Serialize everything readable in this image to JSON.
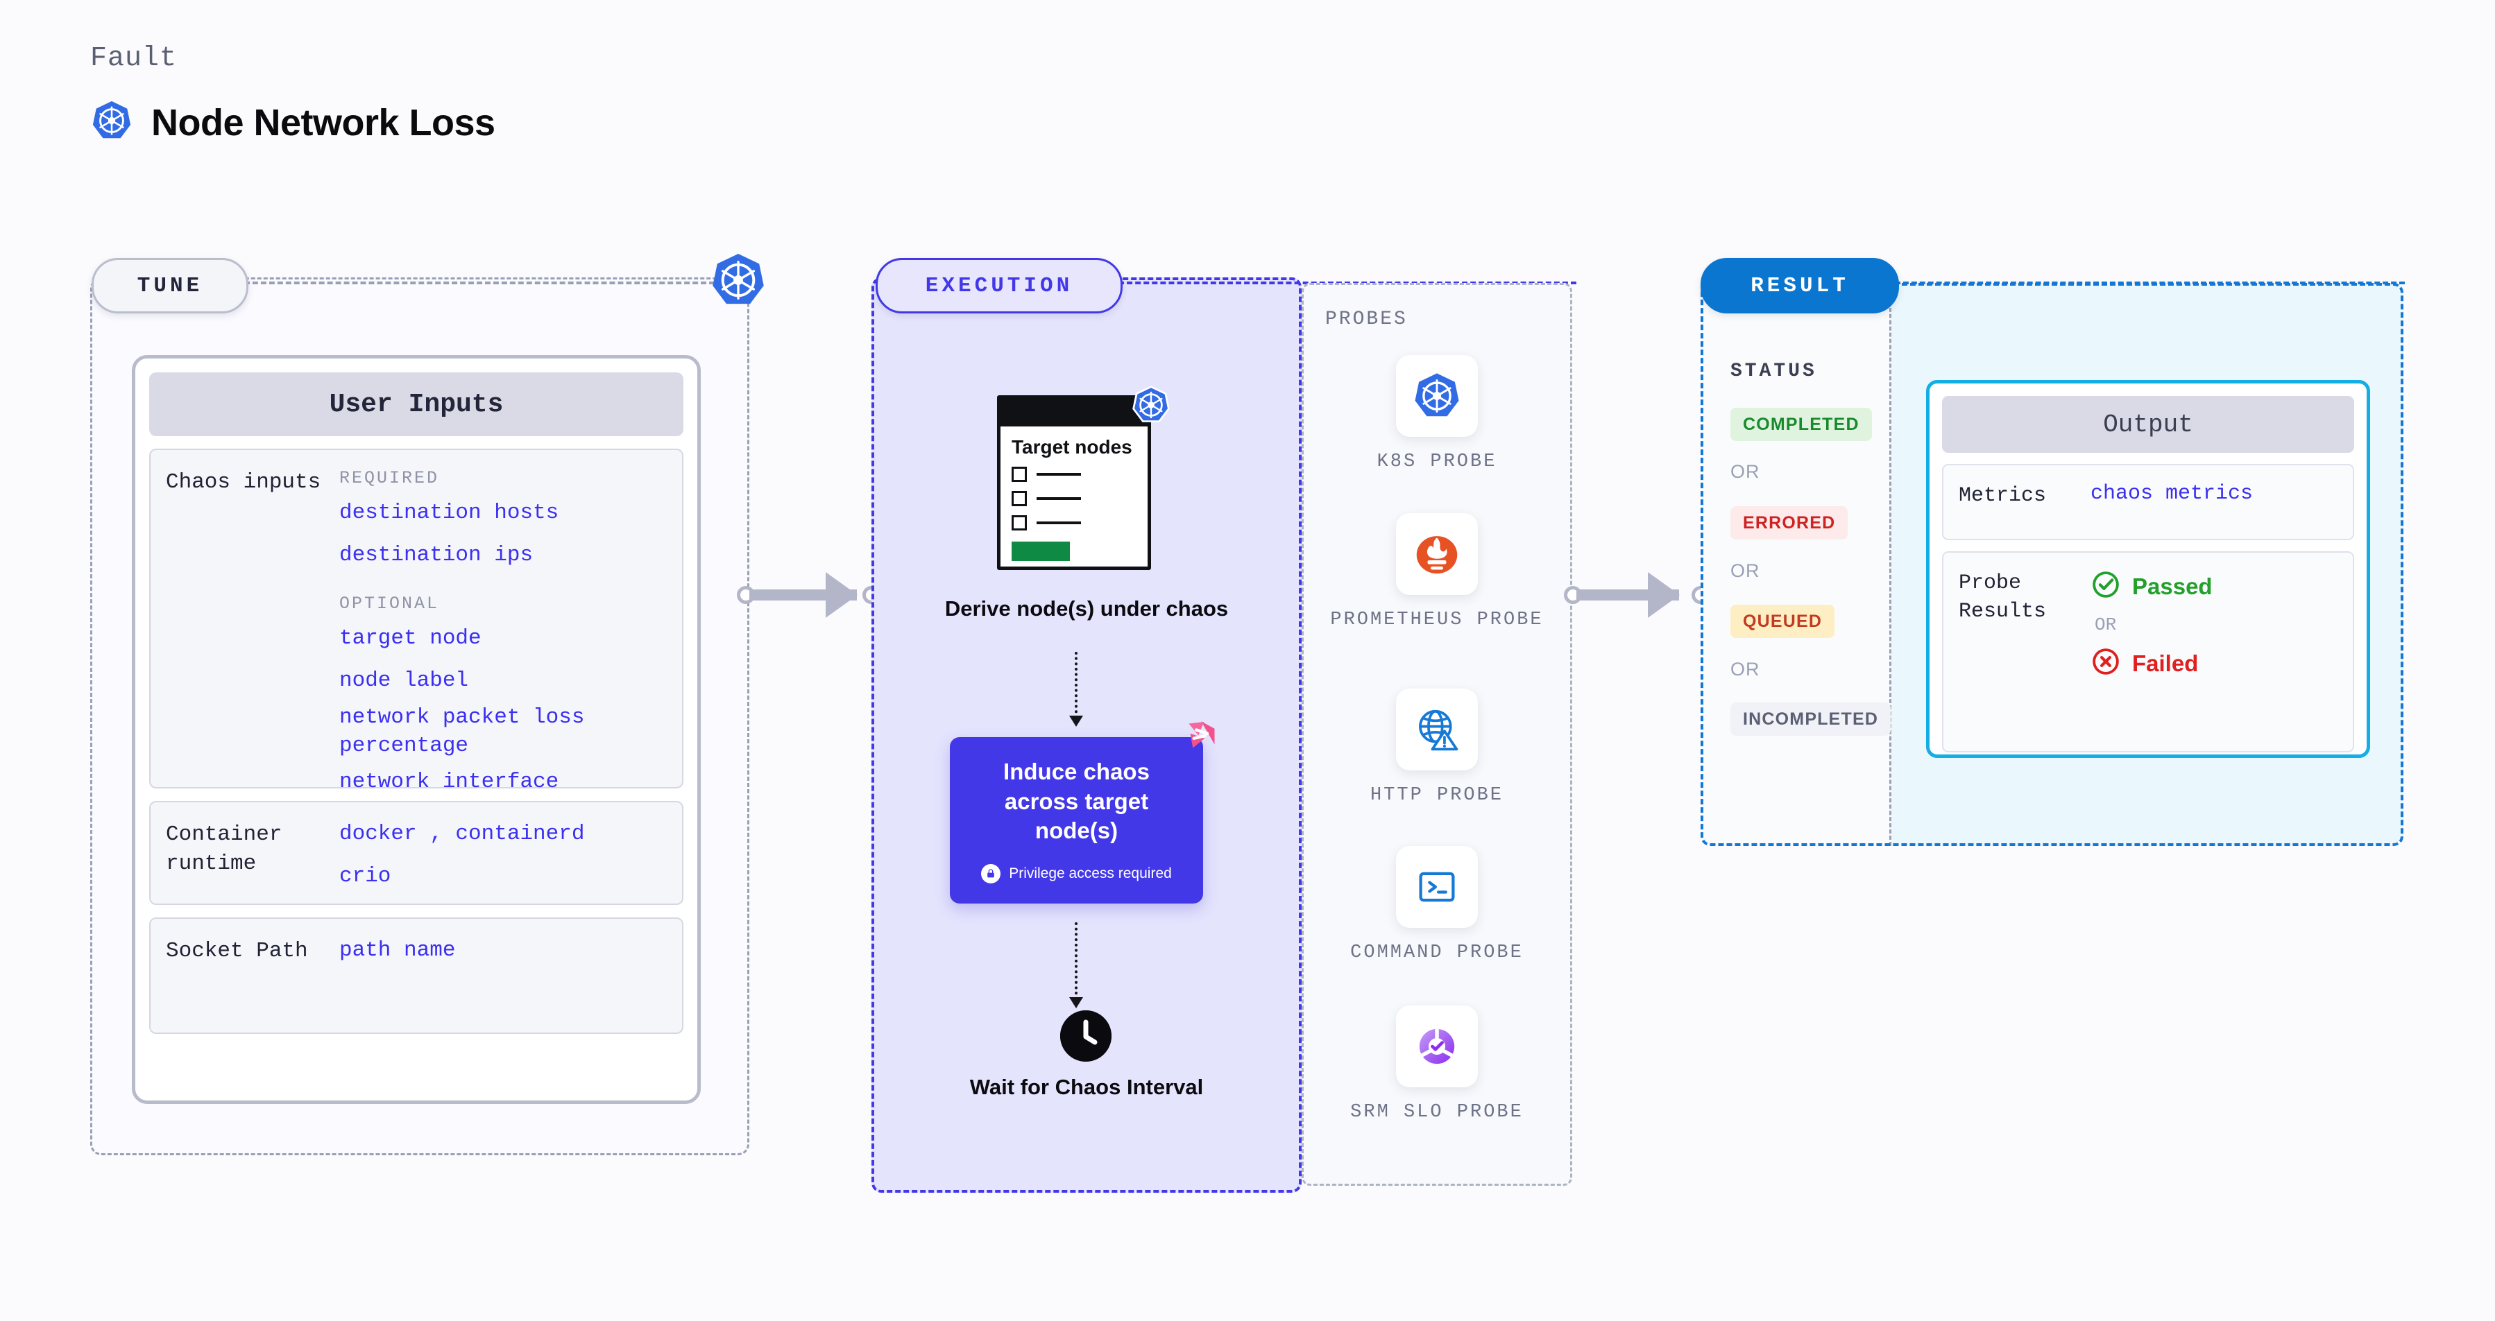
{
  "header": {
    "eyebrow": "Fault",
    "title": "Node Network Loss",
    "icon": "kubernetes-icon"
  },
  "colors": {
    "accent_indigo": "#4338e8",
    "accent_blue": "#0b76d0",
    "accent_cyan": "#13aee4",
    "value_blue": "#3b2ff0",
    "success_green": "#1a8a2e",
    "error_red": "#cf2222",
    "queued_amber": "#b9401a",
    "muted_gray": "#9aa0b4"
  },
  "tune": {
    "tag": "TUNE",
    "badge_icon": "kubernetes-icon",
    "card": {
      "title": "User Inputs",
      "sections": [
        {
          "key": "Chaos inputs",
          "groups": [
            {
              "label": "REQUIRED",
              "values": [
                "destination hosts",
                "destination ips"
              ]
            },
            {
              "label": "OPTIONAL",
              "values": [
                "target node",
                "node label",
                "network packet loss percentage",
                "network interface"
              ]
            }
          ]
        },
        {
          "key": "Container runtime",
          "groups": [
            {
              "label": "",
              "values": [
                "docker , containerd",
                "crio"
              ]
            }
          ]
        },
        {
          "key": "Socket Path",
          "groups": [
            {
              "label": "",
              "values": [
                "path name"
              ]
            }
          ]
        }
      ]
    }
  },
  "execution": {
    "tag": "EXECUTION",
    "target_card": {
      "title": "Target nodes",
      "icon": "kubernetes-icon",
      "checkbox_rows": 3,
      "action_button": "green-button"
    },
    "steps": [
      {
        "id": "derive",
        "label": "Derive node(s) under chaos"
      },
      {
        "id": "induce",
        "label": "Induce chaos across target node(s)",
        "note": "Privilege access required",
        "note_icon": "lock-icon",
        "corner_icon": "litmus-chaos-icon"
      },
      {
        "id": "wait",
        "label": "Wait for Chaos Interval",
        "icon": "clock-icon"
      }
    ],
    "probes": {
      "title": "PROBES",
      "items": [
        {
          "label": "K8S PROBE",
          "icon": "kubernetes-icon"
        },
        {
          "label": "PROMETHEUS PROBE",
          "icon": "prometheus-icon"
        },
        {
          "label": "HTTP PROBE",
          "icon": "globe-warning-icon"
        },
        {
          "label": "COMMAND PROBE",
          "icon": "terminal-icon"
        },
        {
          "label": "SRM SLO PROBE",
          "icon": "srm-slo-icon"
        }
      ]
    }
  },
  "result": {
    "tag": "RESULT",
    "status_title": "STATUS",
    "or_label": "OR",
    "statuses": [
      {
        "label": "COMPLETED",
        "bg": "#dff3de",
        "fg": "#1a8a2e"
      },
      {
        "label": "ERRORED",
        "bg": "#fdeaea",
        "fg": "#cf2222"
      },
      {
        "label": "QUEUED",
        "bg": "#fdeec4",
        "fg": "#c23a22"
      },
      {
        "label": "INCOMPLETED",
        "bg": "#f1f2f7",
        "fg": "#5a5f73"
      }
    ],
    "output": {
      "title": "Output",
      "rows": [
        {
          "key": "Metrics",
          "value": "chaos metrics"
        },
        {
          "key": "Probe Results",
          "passed": "Passed",
          "or_label": "OR",
          "failed": "Failed",
          "passed_icon": "check-circle-icon",
          "failed_icon": "x-circle-icon"
        }
      ]
    }
  }
}
